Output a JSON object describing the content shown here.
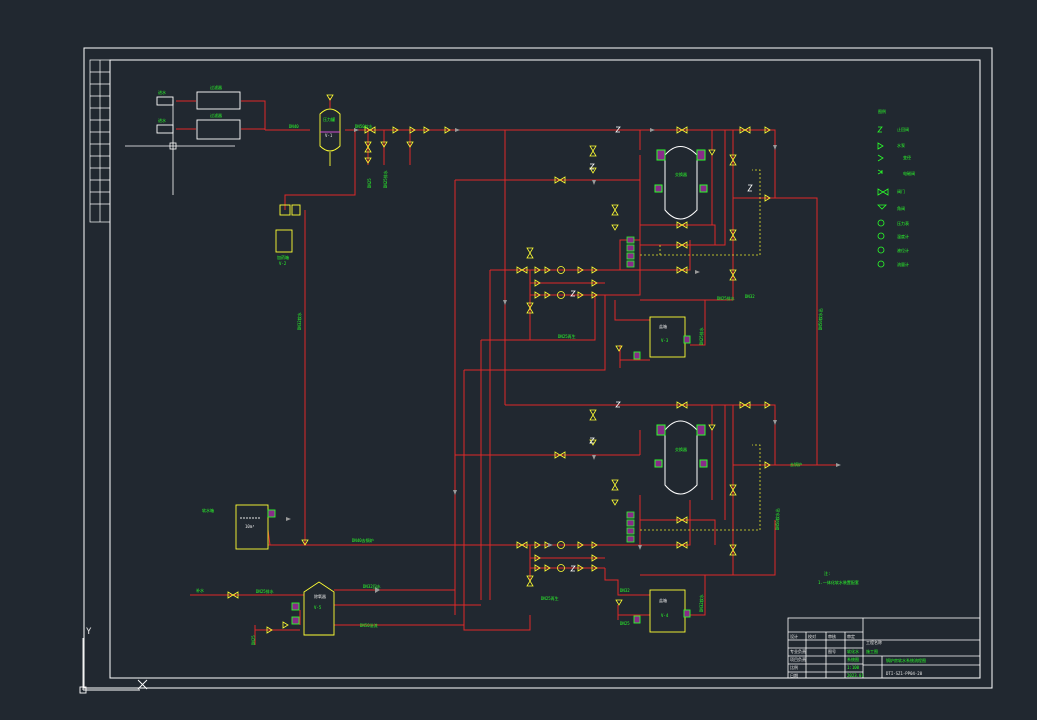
{
  "drawing": {
    "background": "#212830",
    "pipe_color": "#e02828",
    "frame_color": "#ffffff",
    "equipment_color": "#ffff33",
    "label_color": "#2aff2a",
    "valve_color": "#ffff33",
    "instrument_color": "#d050d0",
    "dashed_line_color": "#e6e62a"
  },
  "legend": {
    "heading": "图例",
    "items": [
      {
        "symbol": "check-valve",
        "label": "止回阀"
      },
      {
        "symbol": "pump",
        "label": "水泵"
      },
      {
        "symbol": "reducer",
        "label": "变径"
      },
      {
        "symbol": "solenoid-valve",
        "label": "电磁阀"
      },
      {
        "symbol": "gate-valve",
        "label": "阀门"
      },
      {
        "symbol": "angle-valve",
        "label": "角阀"
      },
      {
        "symbol": "instrument-1",
        "label": "压力表"
      },
      {
        "symbol": "instrument-2",
        "label": "温度计"
      },
      {
        "symbol": "instrument-3",
        "label": "液位计"
      },
      {
        "symbol": "instrument-4",
        "label": "流量计"
      }
    ]
  },
  "equipment_labels": {
    "inlet_top": "进水",
    "inlet_bottom": "进水",
    "filter_top": "过滤器",
    "filter_bottom": "过滤器",
    "pressure_tank": "压力罐",
    "pressure_tank_id": "V-1",
    "dosing_tank": "加药箱",
    "dosing_tank_id": "V-2",
    "exchanger_top": "交换器",
    "exchanger_bottom": "交换器",
    "salt_tank_top": "盐箱",
    "salt_tank_top_id": "V-3",
    "salt_tank_bottom": "盐箱",
    "salt_tank_bottom_id": "V-4",
    "soft_water_tank": "软水箱",
    "soft_water_tank_vol": "10m³",
    "deaerator": "除氧器",
    "deaerator_id": "V-5"
  },
  "pipe_labels": {
    "main_supply": "DN40",
    "soft_out": "DN50软水",
    "drain_1": "DN25排水",
    "drain_2": "DN32",
    "regen_1": "DN25再生",
    "regen_2": "DN25再生",
    "boiler_feed": "DN40去锅炉",
    "recirc": "DN32回水",
    "overflow": "DN50溢流",
    "vertical_1": "DN32软水",
    "vertical_2": "DN50软水出",
    "vertical_3": "DN25",
    "vertical_4": "DN25排水",
    "to_boiler": "去锅炉",
    "makeup": "补水"
  },
  "notes": {
    "note_title": "注:",
    "note_1": "1.一体化软水装置配套"
  },
  "title_block": {
    "drawing_name": "锅炉房软水系统流程图",
    "drawing_number": "DTI-SZ1-PP04-20",
    "project_label": "工程名称",
    "cell_1": "设计",
    "cell_2": "校对",
    "cell_3": "审核",
    "cell_4": "审定",
    "cell_5": "专业负责",
    "cell_6": "项目负责",
    "cell_7": "比例",
    "cell_8": "日期",
    "cell_9": "图号",
    "green_1": "软化水",
    "green_2": "系统图",
    "green_3": "1:100",
    "green_4": "2023.01",
    "green_5": "施工图"
  },
  "ucs": {
    "y_axis": "Y",
    "x_axis": "X"
  }
}
